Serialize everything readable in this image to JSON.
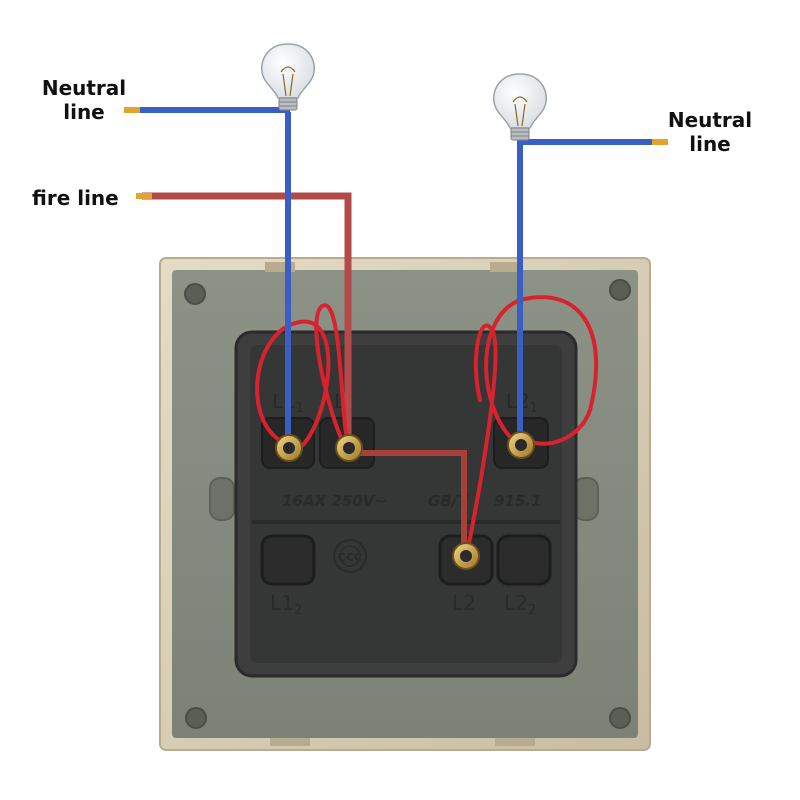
{
  "labels": {
    "neutral_left": {
      "line1": "Neutral",
      "line2": "line"
    },
    "fire": "fire line",
    "neutral_right": {
      "line1": "Neutral",
      "line2": "line"
    }
  },
  "terminals": {
    "l11": {
      "base": "L1",
      "sub": "1"
    },
    "l1": {
      "base": "L"
    },
    "l21": {
      "base": "L2",
      "sub": "1"
    },
    "l12": {
      "base": "L1",
      "sub": "2"
    },
    "l2": {
      "base": "L2"
    },
    "l22": {
      "base": "L2",
      "sub": "2"
    }
  },
  "molded_text": {
    "rating": "16AX 250V~",
    "standard_pre": "GB/T",
    "standard_post": "915.1"
  },
  "colors": {
    "neutral_wire": "#3a5fc4",
    "fire_wire": "#b24a4a",
    "jumper_wire": "#d8232e",
    "plate": "#868b80",
    "frame": "#d9cdb5",
    "body": "#3b3c3b"
  }
}
